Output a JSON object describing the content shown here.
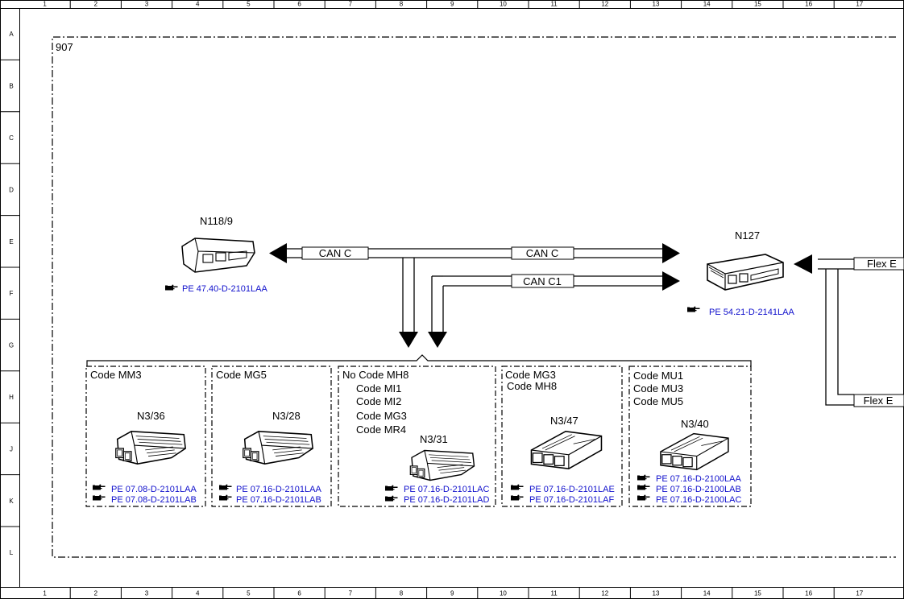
{
  "grid": {
    "columns": [
      "1",
      "2",
      "3",
      "4",
      "5",
      "6",
      "7",
      "8",
      "9",
      "10",
      "11",
      "12",
      "13",
      "14",
      "15",
      "16",
      "17"
    ],
    "rows": [
      "A",
      "B",
      "C",
      "D",
      "E",
      "F",
      "G",
      "H",
      "J",
      "K",
      "L"
    ]
  },
  "frame_label": "907",
  "components": {
    "n118": {
      "label": "N118/9",
      "ref": "PE 47.40-D-2101LAA"
    },
    "n127": {
      "label": "N127",
      "ref": "PE 54.21-D-2141LAA"
    }
  },
  "bus": {
    "can_c_left": "CAN C",
    "can_c_right": "CAN C",
    "can_c1": "CAN C1",
    "flex_top": "Flex E",
    "flex_bottom": "Flex E"
  },
  "groups": [
    {
      "codes": [
        "Code MM3"
      ],
      "unit": "N3/36",
      "refs": [
        "PE 07.08-D-2101LAA",
        "PE 07.08-D-2101LAB"
      ]
    },
    {
      "codes": [
        "Code MG5"
      ],
      "unit": "N3/28",
      "refs": [
        "PE 07.16-D-2101LAA",
        "PE 07.16-D-2101LAB"
      ]
    },
    {
      "codes": [
        "No  Code MH8",
        "Code MI1",
        "Code MI2",
        "Code MG3",
        "Code MR4"
      ],
      "unit": "N3/31",
      "refs": [
        "PE 07.16-D-2101LAC",
        "PE 07.16-D-2101LAD"
      ]
    },
    {
      "codes": [
        "Code MG3",
        "Code MH8"
      ],
      "unit": "N3/47",
      "refs": [
        "PE 07.16-D-2101LAE",
        "PE 07.16-D-2101LAF"
      ]
    },
    {
      "codes": [
        "Code MU1",
        "Code MU3",
        "Code MU5"
      ],
      "unit": "N3/40",
      "refs": [
        "PE 07.16-D-2100LAA",
        "PE 07.16-D-2100LAB",
        "PE 07.16-D-2100LAC"
      ]
    }
  ],
  "icons": {
    "reference": "pointing-hand-icon",
    "module": "control-unit-icon"
  }
}
